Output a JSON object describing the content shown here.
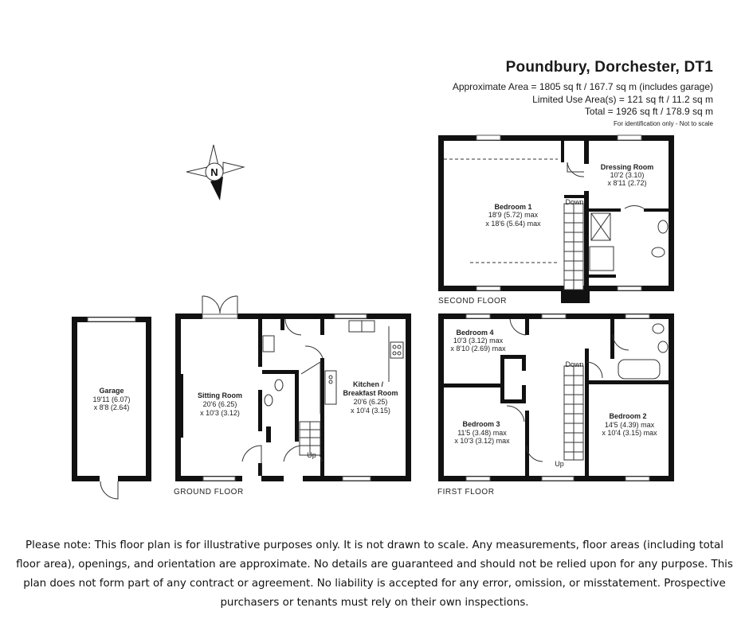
{
  "header": {
    "title": "Poundbury, Dorchester, DT1",
    "approx_area": "Approximate Area = 1805 sq ft / 167.7 sq m (includes garage)",
    "limited_use": "Limited Use Area(s) = 121 sq ft / 11.2 sq m",
    "total": "Total = 1926 sq ft / 178.9 sq m",
    "disclaimer_small": "For identification only - Not to scale"
  },
  "compass": {
    "label": "N"
  },
  "floors": {
    "second": "SECOND FLOOR",
    "first": "FIRST FLOOR",
    "ground": "GROUND FLOOR"
  },
  "rooms": {
    "bedroom1": {
      "name": "Bedroom 1",
      "dim1": "18'9 (5.72) max",
      "dim2": "x 18'6 (5.64) max"
    },
    "dressing": {
      "name": "Dressing Room",
      "dim1": "10'2 (3.10)",
      "dim2": "x 8'11 (2.72)"
    },
    "bedroom4": {
      "name": "Bedroom 4",
      "dim1": "10'3 (3.12) max",
      "dim2": "x 8'10 (2.69) max"
    },
    "bedroom3": {
      "name": "Bedroom 3",
      "dim1": "11'5 (3.48) max",
      "dim2": "x 10'3 (3.12) max"
    },
    "bedroom2": {
      "name": "Bedroom 2",
      "dim1": "14'5 (4.39) max",
      "dim2": "x 10'4 (3.15) max"
    },
    "garage": {
      "name": "Garage",
      "dim1": "19'11 (6.07)",
      "dim2": "x 8'8 (2.64)"
    },
    "sitting": {
      "name": "Sitting Room",
      "dim1": "20'6 (6.25)",
      "dim2": "x 10'3 (3.12)"
    },
    "kitchen": {
      "name": "Kitchen /",
      "name2": "Breakfast Room",
      "dim1": "20'6 (6.25)",
      "dim2": "x 10'4 (3.15)"
    }
  },
  "stairs": {
    "second_down": "Down",
    "first_down": "Down",
    "first_up": "Up",
    "ground_up": "Up"
  },
  "note": "Please note: This floor plan is for illustrative purposes only. It is not drawn to scale. Any measurements, floor areas (including total floor area), openings, and orientation are approximate. No details are guaranteed and should not be relied upon for any purpose. This plan does not form part of any contract or agreement. No liability is accepted for any error, omission, or misstatement. Prospective purchasers or tenants must rely on their own inspections."
}
